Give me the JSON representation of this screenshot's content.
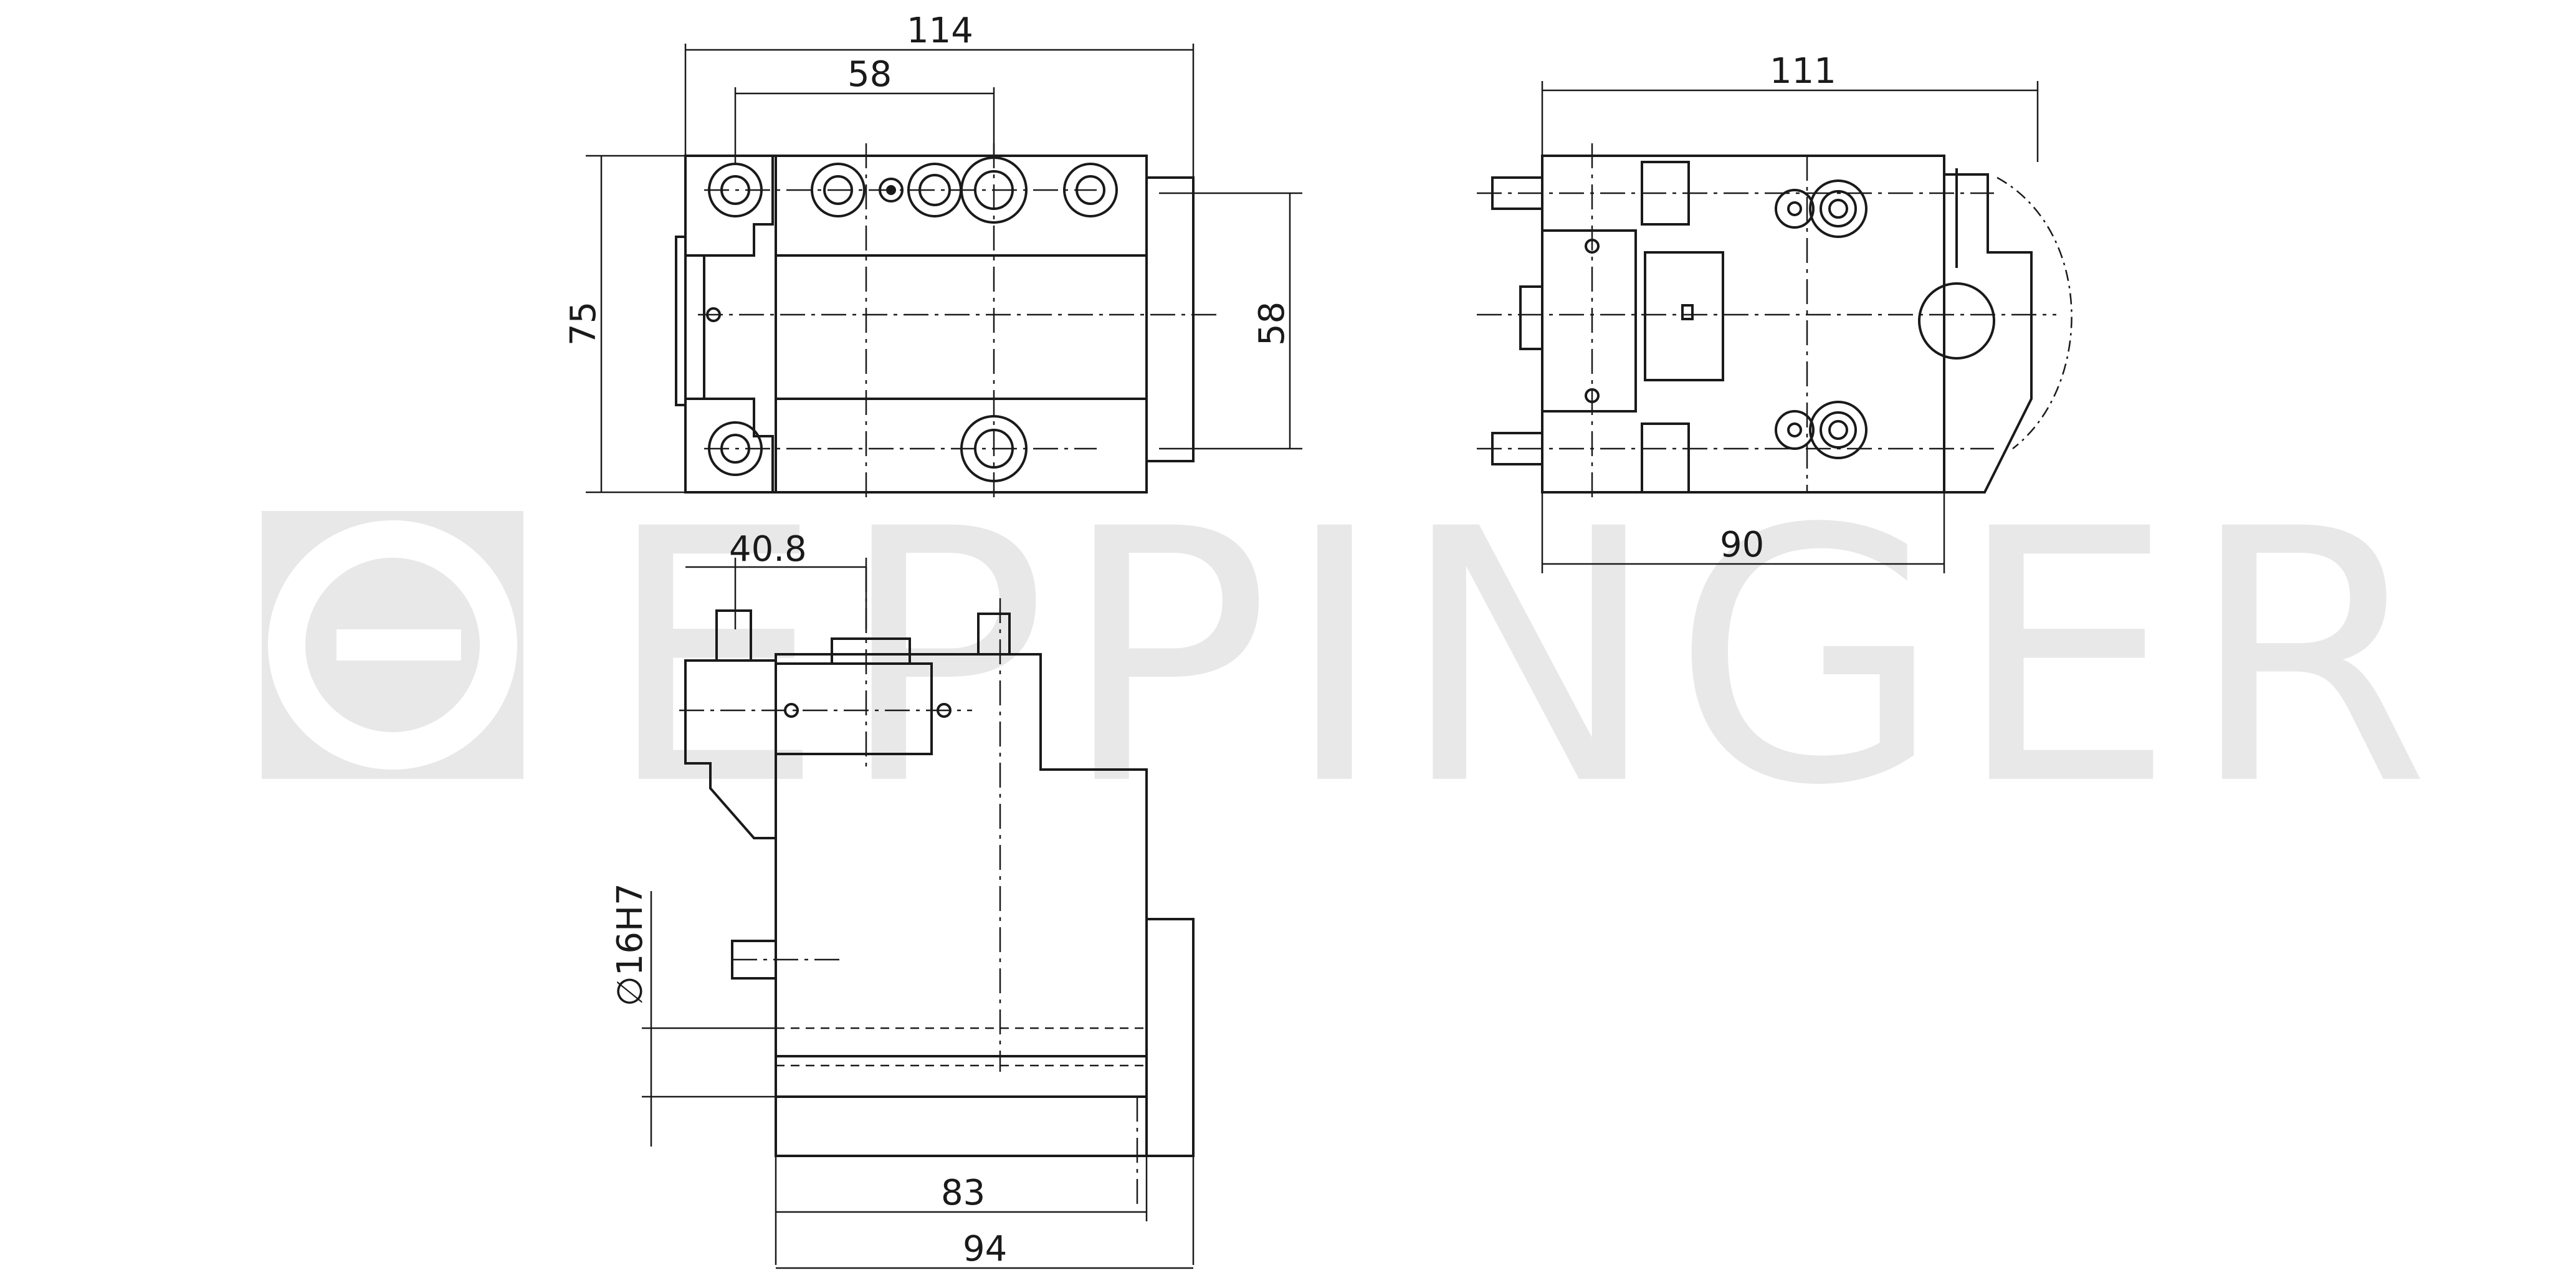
{
  "watermark": {
    "text": "EPPINGER",
    "color": "#e8e8e8"
  },
  "line_color": "#1a1a1a",
  "dimensions": {
    "top_view_width": "114",
    "top_view_inner": "58",
    "top_view_height": "75",
    "top_view_right_height": "58",
    "side_view_width": "111",
    "side_view_base": "90",
    "front_view_offset": "40.8",
    "front_view_bore": "∅16H7",
    "front_view_body": "83",
    "front_view_total": "94"
  }
}
